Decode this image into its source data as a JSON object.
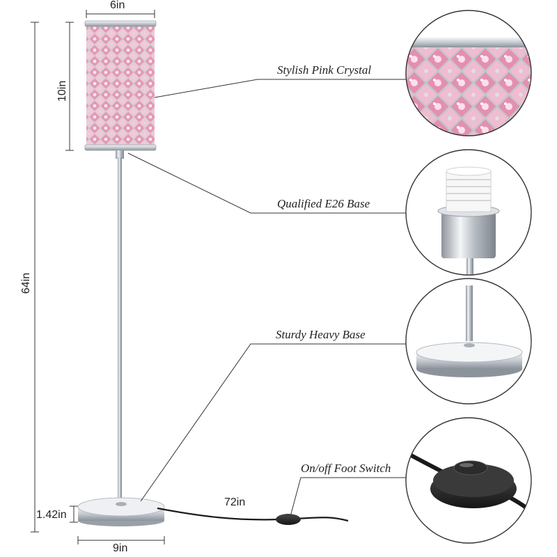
{
  "dimensions": {
    "shade_width": "6in",
    "shade_height": "10in",
    "total_height": "64in",
    "base_height": "1.42in",
    "base_width": "9in",
    "cord_length": "72in"
  },
  "callouts": [
    {
      "label": "Stylish Pink Crystal",
      "icon": "crystal-shade-closeup"
    },
    {
      "label": "Qualified E26 Base",
      "icon": "e26-socket-closeup"
    },
    {
      "label": "Sturdy Heavy Base",
      "icon": "heavy-base-closeup"
    },
    {
      "label": "On/off Foot Switch",
      "icon": "foot-switch-closeup"
    }
  ],
  "colors": {
    "crystal_pink": "#e9a9c0",
    "chrome": "#c8ccd2",
    "line": "#333333",
    "switch": "#2a2a2a"
  }
}
